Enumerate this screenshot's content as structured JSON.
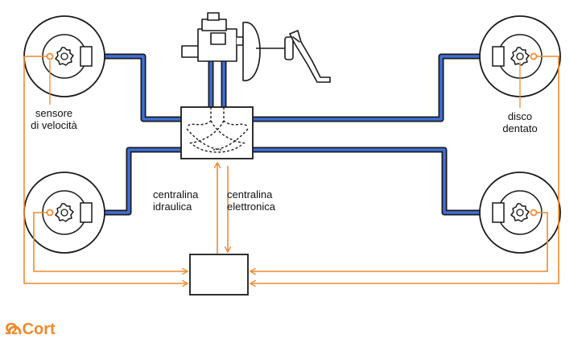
{
  "labels": {
    "speed_sensor": [
      "sensore",
      "di velocità"
    ],
    "toothed_disc": [
      "disco",
      "dentato"
    ],
    "hydraulic_unit": [
      "centralina",
      "idraulica"
    ],
    "electronic_unit": [
      "centralina",
      "elettronica"
    ]
  },
  "brand_text": "Ω Cort",
  "colors": {
    "hydraulic_line": "#3f6fd8",
    "signal_wire": "#f08a2e",
    "outline": "#1a1a1a",
    "background": "#ffffff"
  }
}
